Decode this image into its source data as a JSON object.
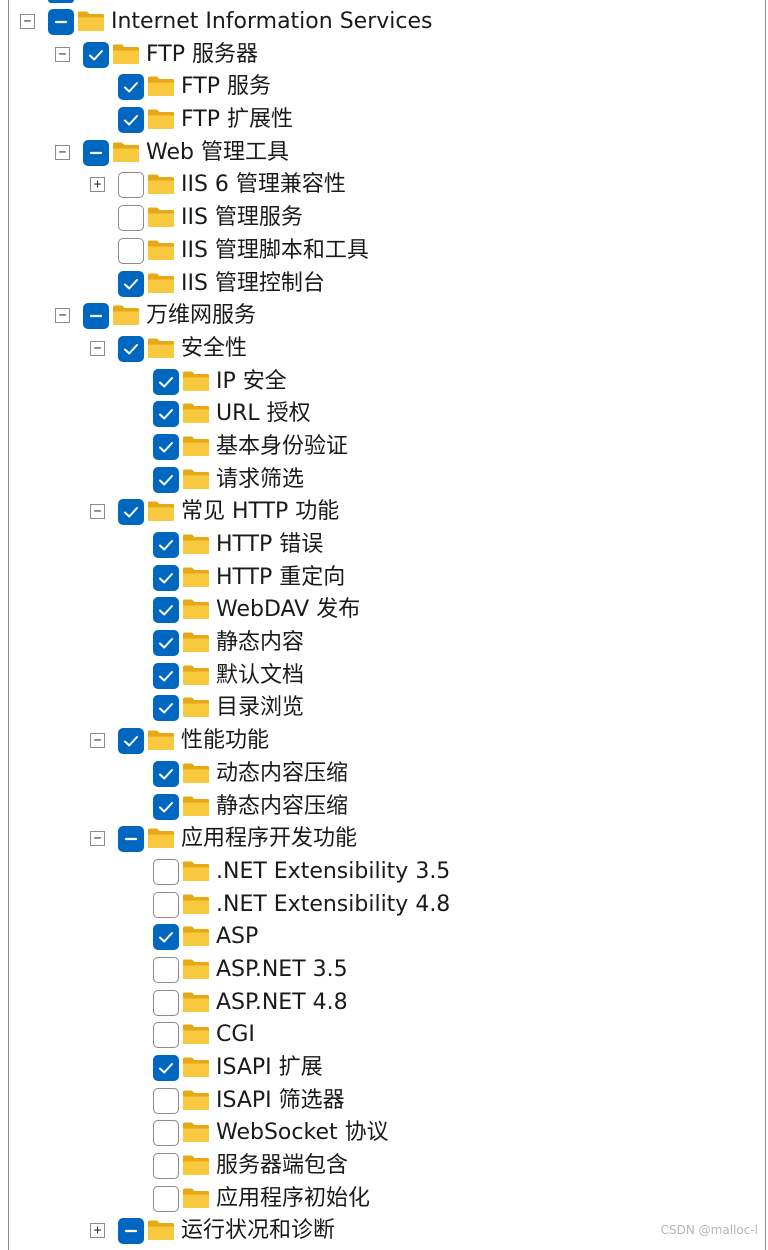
{
  "tree": [
    {
      "label": "Internet Information Services",
      "level": 0,
      "expander": "minus",
      "state": "partial"
    },
    {
      "label": "FTP 服务器",
      "level": 1,
      "expander": "minus",
      "state": "checked"
    },
    {
      "label": "FTP 服务",
      "level": 2,
      "expander": "none",
      "state": "checked"
    },
    {
      "label": "FTP 扩展性",
      "level": 2,
      "expander": "none",
      "state": "checked"
    },
    {
      "label": "Web 管理工具",
      "level": 1,
      "expander": "minus",
      "state": "partial"
    },
    {
      "label": "IIS 6 管理兼容性",
      "level": 2,
      "expander": "plus",
      "state": "unchecked"
    },
    {
      "label": "IIS 管理服务",
      "level": 2,
      "expander": "none",
      "state": "unchecked"
    },
    {
      "label": "IIS 管理脚本和工具",
      "level": 2,
      "expander": "none",
      "state": "unchecked"
    },
    {
      "label": "IIS 管理控制台",
      "level": 2,
      "expander": "none",
      "state": "checked"
    },
    {
      "label": "万维网服务",
      "level": 1,
      "expander": "minus",
      "state": "partial"
    },
    {
      "label": "安全性",
      "level": 2,
      "expander": "minus",
      "state": "checked"
    },
    {
      "label": "IP 安全",
      "level": 3,
      "expander": "none",
      "state": "checked"
    },
    {
      "label": "URL 授权",
      "level": 3,
      "expander": "none",
      "state": "checked"
    },
    {
      "label": "基本身份验证",
      "level": 3,
      "expander": "none",
      "state": "checked"
    },
    {
      "label": "请求筛选",
      "level": 3,
      "expander": "none",
      "state": "checked"
    },
    {
      "label": "常见 HTTP 功能",
      "level": 2,
      "expander": "minus",
      "state": "checked"
    },
    {
      "label": "HTTP 错误",
      "level": 3,
      "expander": "none",
      "state": "checked"
    },
    {
      "label": "HTTP 重定向",
      "level": 3,
      "expander": "none",
      "state": "checked"
    },
    {
      "label": "WebDAV 发布",
      "level": 3,
      "expander": "none",
      "state": "checked"
    },
    {
      "label": "静态内容",
      "level": 3,
      "expander": "none",
      "state": "checked"
    },
    {
      "label": "默认文档",
      "level": 3,
      "expander": "none",
      "state": "checked"
    },
    {
      "label": "目录浏览",
      "level": 3,
      "expander": "none",
      "state": "checked"
    },
    {
      "label": "性能功能",
      "level": 2,
      "expander": "minus",
      "state": "checked"
    },
    {
      "label": "动态内容压缩",
      "level": 3,
      "expander": "none",
      "state": "checked"
    },
    {
      "label": "静态内容压缩",
      "level": 3,
      "expander": "none",
      "state": "checked"
    },
    {
      "label": "应用程序开发功能",
      "level": 2,
      "expander": "minus",
      "state": "partial"
    },
    {
      "label": ".NET Extensibility 3.5",
      "level": 3,
      "expander": "none",
      "state": "unchecked"
    },
    {
      "label": ".NET Extensibility 4.8",
      "level": 3,
      "expander": "none",
      "state": "unchecked"
    },
    {
      "label": "ASP",
      "level": 3,
      "expander": "none",
      "state": "checked"
    },
    {
      "label": "ASP.NET 3.5",
      "level": 3,
      "expander": "none",
      "state": "unchecked"
    },
    {
      "label": "ASP.NET 4.8",
      "level": 3,
      "expander": "none",
      "state": "unchecked"
    },
    {
      "label": "CGI",
      "level": 3,
      "expander": "none",
      "state": "unchecked"
    },
    {
      "label": "ISAPI 扩展",
      "level": 3,
      "expander": "none",
      "state": "checked"
    },
    {
      "label": "ISAPI 筛选器",
      "level": 3,
      "expander": "none",
      "state": "unchecked"
    },
    {
      "label": "WebSocket 协议",
      "level": 3,
      "expander": "none",
      "state": "unchecked"
    },
    {
      "label": "服务器端包含",
      "level": 3,
      "expander": "none",
      "state": "unchecked"
    },
    {
      "label": "应用程序初始化",
      "level": 3,
      "expander": "none",
      "state": "unchecked"
    },
    {
      "label": "运行状况和诊断",
      "level": 2,
      "expander": "plus",
      "state": "partial"
    }
  ],
  "glyphs": {
    "minus": "−",
    "plus": "+"
  },
  "colors": {
    "accent": "#0067c0",
    "folder": "#f8c93e",
    "folder_dark": "#e6a817"
  },
  "watermark": "CSDN @malloc-l"
}
